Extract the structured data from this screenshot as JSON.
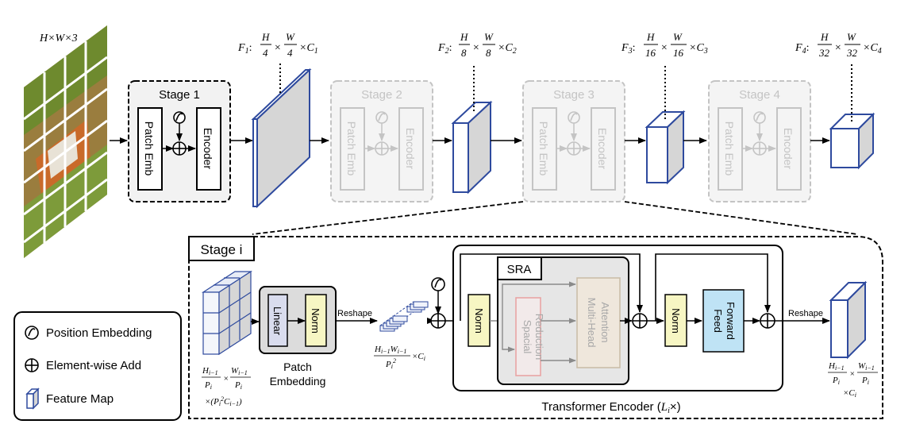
{
  "input": {
    "dims": "H×W×3"
  },
  "stages": [
    {
      "title": "Stage 1",
      "patch": "Patch Emb",
      "encoder": "Encoder"
    },
    {
      "title": "Stage 2",
      "patch": "Patch Emb",
      "encoder": "Encoder"
    },
    {
      "title": "Stage 3",
      "patch": "Patch Emb",
      "encoder": "Encoder"
    },
    {
      "title": "Stage 4",
      "patch": "Patch Emb",
      "encoder": "Encoder"
    }
  ],
  "features": [
    {
      "name": "F",
      "sub": "1",
      "hden": "4",
      "wden": "4",
      "c": "C",
      "csub": "1"
    },
    {
      "name": "F",
      "sub": "2",
      "hden": "8",
      "wden": "8",
      "c": "C",
      "csub": "2"
    },
    {
      "name": "F",
      "sub": "3",
      "hden": "16",
      "wden": "16",
      "c": "C",
      "csub": "3"
    },
    {
      "name": "F",
      "sub": "4",
      "hden": "32",
      "wden": "32",
      "c": "C",
      "csub": "4"
    }
  ],
  "stage_i": {
    "title": "Stage i",
    "linear": "Linear",
    "norm": "Norm",
    "patch_embedding": [
      "Patch",
      "Embedding"
    ],
    "reshape": "Reshape",
    "sra": "SRA",
    "spacial_reduction": [
      "Spacial",
      "Reduction"
    ],
    "multihead": [
      "Multi-Head",
      "Attention"
    ],
    "feed_forward": [
      "Feed",
      "Forward"
    ],
    "transformer_encoder": "Transformer Encoder (",
    "te_var": "L",
    "te_sub": "i",
    "te_tail": "×)",
    "input_dims": {
      "h": "H",
      "hsub": "i−1",
      "p": "P",
      "psub": "i",
      "w": "W",
      "wsub": "i−1",
      "times": "×",
      "line2": "×(P",
      "line2b": "i",
      "line2c": "2",
      "line2d": "C",
      "line2e": "i−1",
      "line2f": ")"
    },
    "mid_dims": {
      "num": "H",
      "numsub": "i−1",
      "num2": "W",
      "num2sub": "i−1",
      "den": "P",
      "densub": "i",
      "densup": "2",
      "tail": "×C",
      "tailsub": "i"
    },
    "out_dims": {
      "h": "H",
      "hsub": "i−1",
      "w": "W",
      "wsub": "i−1",
      "p": "P",
      "psub": "i",
      "c": "×C",
      "csub": "i"
    }
  },
  "legend": [
    {
      "label": "Position Embedding"
    },
    {
      "label": "Element-wise Add"
    },
    {
      "label": "Feature Map"
    }
  ]
}
